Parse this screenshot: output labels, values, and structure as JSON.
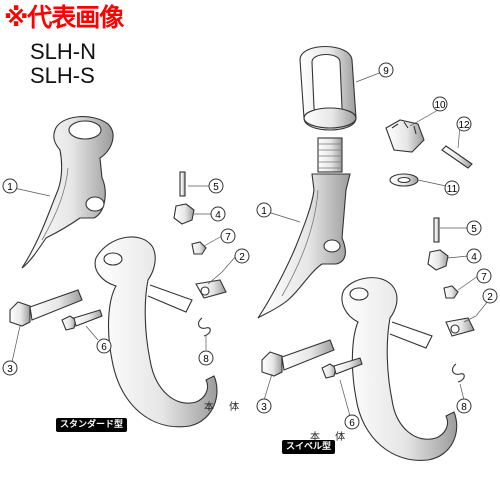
{
  "banner": {
    "text": "※代表画像",
    "color": "#ff0000"
  },
  "models": [
    "SLH-N",
    "SLH-S"
  ],
  "left": {
    "caption": "スタンダード型",
    "body_label": "本 体",
    "callouts": [
      "1",
      "2",
      "3",
      "4",
      "5",
      "6",
      "7",
      "8"
    ]
  },
  "right": {
    "caption": "スイベル型",
    "body_label": "本 体",
    "callouts": [
      "1",
      "2",
      "3",
      "4",
      "5",
      "6",
      "7",
      "8",
      "9",
      "10",
      "11",
      "12"
    ]
  },
  "colors": {
    "line": "#333333",
    "shade": "#bfbfbf",
    "leader": "#555555"
  }
}
